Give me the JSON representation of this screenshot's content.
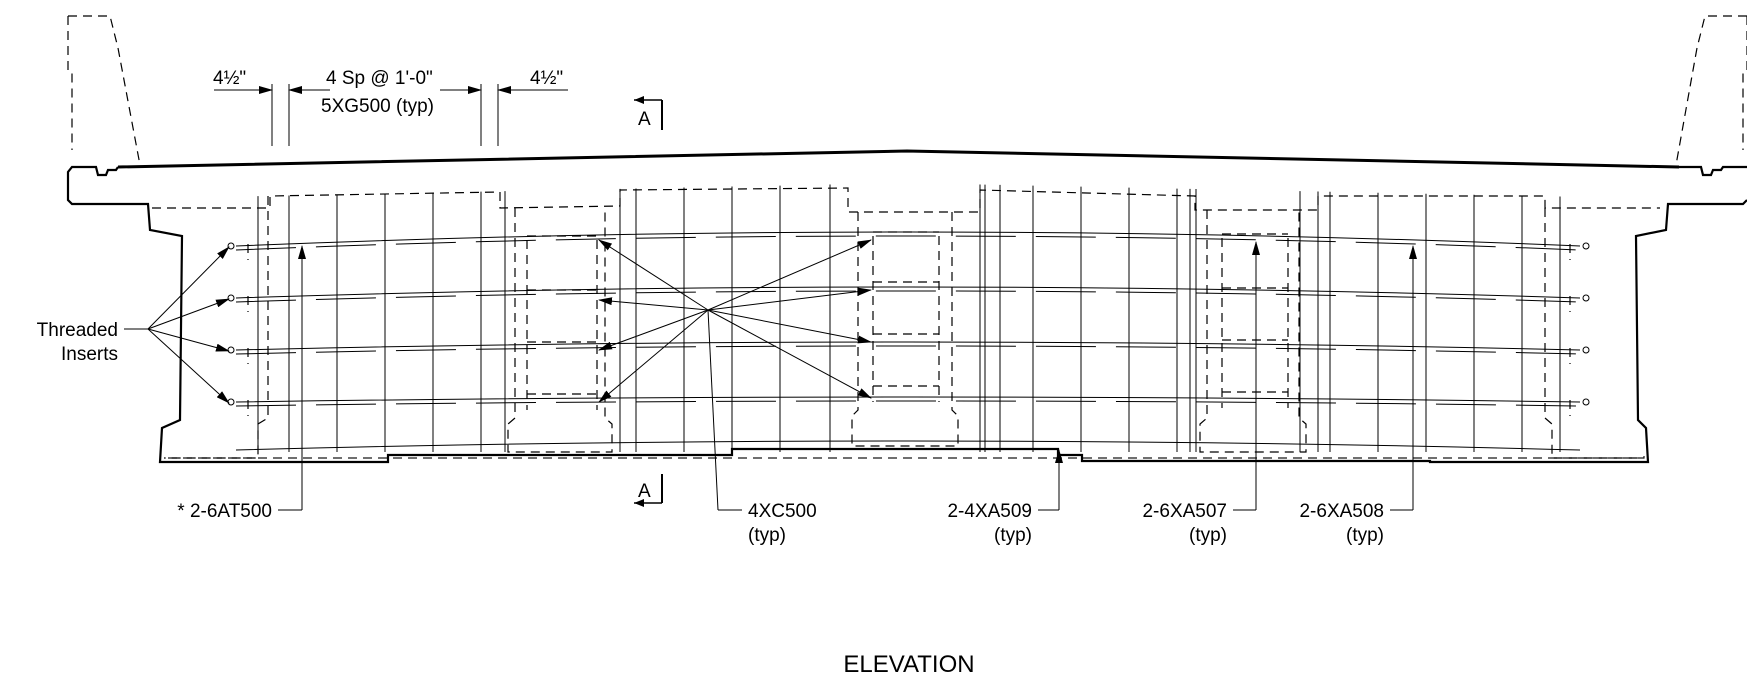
{
  "drawing": {
    "title": "ELEVATION",
    "dimensions": {
      "left_end": "4½\"",
      "spacing": "4 Sp @ 1'-0\"",
      "spacing_bar": "5XG500 (typ)",
      "right_end": "4½\""
    },
    "section_marker": "A",
    "callouts": {
      "threaded_inserts_line1": "Threaded",
      "threaded_inserts_line2": "Inserts",
      "at500": "* 2-6AT500",
      "xc500_line1": "4XC500",
      "xc500_line2": "(typ)",
      "xa509_line1": "2-4XA509",
      "xa509_line2": "(typ)",
      "xa507_line1": "2-6XA507",
      "xa507_line2": "(typ)",
      "xa508_line1": "2-6XA508",
      "xa508_line2": "(typ)"
    }
  }
}
